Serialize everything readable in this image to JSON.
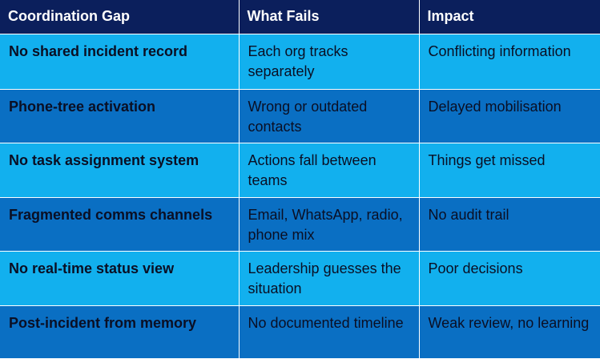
{
  "table": {
    "headers": [
      "Coordination Gap",
      "What Fails",
      "Impact"
    ],
    "rows": [
      {
        "gap": "No shared incident record",
        "fails": "Each org tracks separately",
        "impact": "Conflicting information"
      },
      {
        "gap": "Phone-tree activation",
        "fails": "Wrong or outdated contacts",
        "impact": "Delayed mobilisation"
      },
      {
        "gap": "No task assignment system",
        "fails": "Actions fall between teams",
        "impact": "Things get missed"
      },
      {
        "gap": "Fragmented comms channels",
        "fails": "Email, WhatsApp, radio, phone mix",
        "impact": "No audit trail"
      },
      {
        "gap": "No real-time status view",
        "fails": "Leadership guesses the situation",
        "impact": "Poor decisions"
      },
      {
        "gap": "Post-incident from memory",
        "fails": "No documented timeline",
        "impact": "Weak review, no learning"
      }
    ]
  },
  "colors": {
    "header_bg": "#0b1f5c",
    "row_light": "#12b0ee",
    "row_dark": "#0a6fc3"
  }
}
